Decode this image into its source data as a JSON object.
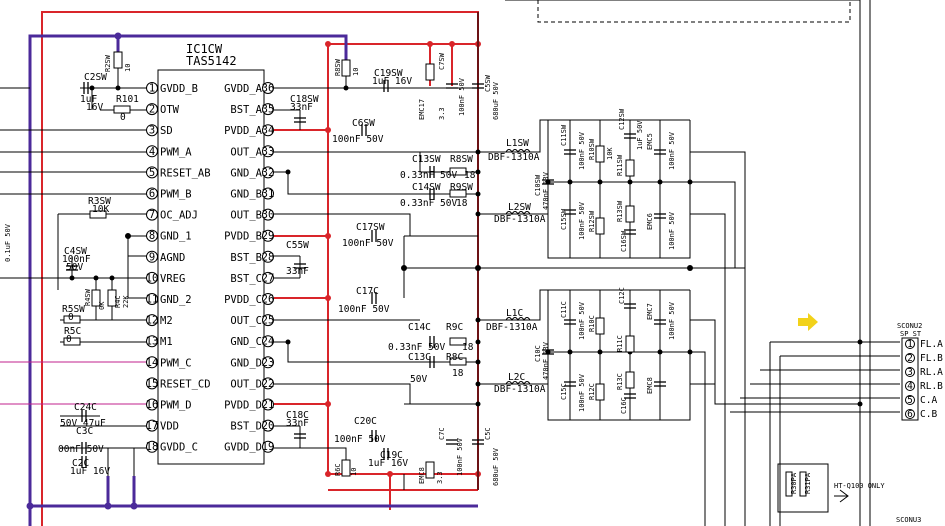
{
  "ic": {
    "name": "IC1CW",
    "part": "TAS5142",
    "left_pins": [
      {
        "num": "1",
        "name": "GVDD_B"
      },
      {
        "num": "2",
        "name": "OTW"
      },
      {
        "num": "3",
        "name": "SD"
      },
      {
        "num": "4",
        "name": "PWM_A"
      },
      {
        "num": "5",
        "name": "RESET_AB"
      },
      {
        "num": "6",
        "name": "PWM_B"
      },
      {
        "num": "7",
        "name": "OC_ADJ"
      },
      {
        "num": "8",
        "name": "GND_1"
      },
      {
        "num": "9",
        "name": "AGND"
      },
      {
        "num": "10",
        "name": "VREG"
      },
      {
        "num": "11",
        "name": "GND_2"
      },
      {
        "num": "12",
        "name": "M2"
      },
      {
        "num": "13",
        "name": "M1"
      },
      {
        "num": "14",
        "name": "PWM_C"
      },
      {
        "num": "15",
        "name": "RESET_CD"
      },
      {
        "num": "16",
        "name": "PWM_D"
      },
      {
        "num": "17",
        "name": "VDD"
      },
      {
        "num": "18",
        "name": "GVDD_C"
      }
    ],
    "right_pins": [
      {
        "num": "36",
        "name": "GVDD_A"
      },
      {
        "num": "35",
        "name": "BST_A"
      },
      {
        "num": "34",
        "name": "PVDD_A"
      },
      {
        "num": "33",
        "name": "OUT_A"
      },
      {
        "num": "32",
        "name": "GND_A"
      },
      {
        "num": "31",
        "name": "GND_B"
      },
      {
        "num": "30",
        "name": "OUT_B"
      },
      {
        "num": "29",
        "name": "PVDD_B"
      },
      {
        "num": "28",
        "name": "BST_B"
      },
      {
        "num": "27",
        "name": "BST_C"
      },
      {
        "num": "26",
        "name": "PVDD_C"
      },
      {
        "num": "25",
        "name": "OUT_C"
      },
      {
        "num": "24",
        "name": "GND_C"
      },
      {
        "num": "23",
        "name": "GND_D"
      },
      {
        "num": "22",
        "name": "OUT_D"
      },
      {
        "num": "21",
        "name": "PVDD_D"
      },
      {
        "num": "20",
        "name": "BST_D"
      },
      {
        "num": "19",
        "name": "GVDD_D"
      }
    ]
  },
  "labels": {
    "c2sw": "C2SW",
    "c2sw_v1": "1uF",
    "c2sw_v2": "16V",
    "r101": "R101",
    "r101_v": "0",
    "r2sw": "R2SW",
    "r2sw_v": "10",
    "r3sw": "R3SW",
    "r3sw_v": "10K",
    "c1sw_side": "0.1uF 50V",
    "c4sw": "C4SW",
    "c4sw_v1": "100nF",
    "c4sw_v2": "50V",
    "r5sw": "R5SW",
    "r5sw_v": "0",
    "r5c": "R5C",
    "r5c_v": "0",
    "r4sw": "R4SW",
    "r4sw_v": "0K",
    "r4c": "R4C",
    "r4c_v": "22K",
    "c24c": "C24C",
    "c24c_v": "50V 47uF",
    "c3c": "C3C",
    "c3c_v": "00nF 50V",
    "c2c": "C2C",
    "c2c_v": "1uF 16V",
    "r8sw": "R8SW",
    "r8sw_v": "10",
    "c19sw": "C19SW",
    "c19sw_v": "1uF 16V",
    "emc17": "EMC17",
    "emc17_v": "3.3",
    "c7sw": "C7SW",
    "c7sw_v": "100nF 50V",
    "c5sw": "C5SW",
    "c5sw_v": "680uF 50V",
    "c18sw": "C18SW",
    "c18sw_v": "33nF",
    "c6sw": "C6SW",
    "c6sw_v": "100nF 50V",
    "l1sw": "L1SW",
    "l1sw_v": "DBF-1310A",
    "c13sw": "C13SW",
    "r8sw2": "R8SW",
    "c13sw_v": "0.33nF 50V",
    "c14sw": "C14SW",
    "r9sw": "R9SW",
    "c14sw_v": "0.33nF 50V",
    "l2sw": "L2SW",
    "l2sw_v": "DBF-1310A",
    "c17sw": "C17SW",
    "c17sw_v": "100nF 50V",
    "c55w": "C55W",
    "c55w_v": "33nF",
    "c17c": "C17C",
    "c17c_v": "100nF 50V",
    "l1c": "L1C",
    "l1c_v": "DBF-1310A",
    "c14c": "C14C",
    "r9c": "R9C",
    "c14c_v": "0.33nF 50V",
    "c13c": "C13C",
    "r8c": "R8C",
    "c13c_v": "50V",
    "l2c": "L2C",
    "l2c_v": "DBF-1310A",
    "c18c": "C18C",
    "c18c_v": "33nF",
    "c20c": "C20C",
    "c20c_v": "100nF 50V",
    "c19c": "C19C",
    "c19c_v": "1uF 16V",
    "r6c": "R6C",
    "r6c_v": "10",
    "emc8": "EMC8",
    "emc8_v": "3.3",
    "c7c": "C7C",
    "c7c_v": "100nF 50V",
    "c5c": "C5C",
    "c5c_v": "680uF 50V",
    "r18": "18",
    "c10sw": "C10SW",
    "c10sw_v": "470nF 63V",
    "c11sw": "C11SW",
    "c11sw_v": "100nF 50V",
    "c12sw": "C12SW",
    "c12sw_v": "1uF 50V",
    "r10sw": "R10SW",
    "r11sw": "R11SW",
    "r12sw": "R12SW",
    "r13sw": "R13SW",
    "c15sw": "C15SW",
    "c16sw": "C16SW",
    "emc_a": "EMC5",
    "emc_b": "EMC6",
    "c10c": "C10C",
    "c10c_v": "470nF 63V",
    "c11c": "C11C",
    "c12c": "C12C",
    "r10c": "R10C",
    "r11c": "R11C",
    "r12c": "R12C",
    "r13c": "R13C",
    "c15c": "C15C",
    "c16c": "C16C",
    "emc_c": "EMC7",
    "emc_d": "EMC8",
    "v_100nf50v": "100nF 50V",
    "v_10k": "10K",
    "connector": "SCONU2",
    "connector_sub": "SP ST",
    "conn_pins": [
      {
        "n": "1",
        "label": "FL.A"
      },
      {
        "n": "2",
        "label": "FL.B"
      },
      {
        "n": "3",
        "label": "RL.A"
      },
      {
        "n": "4",
        "label": "RL.B"
      },
      {
        "n": "5",
        "label": "C.A"
      },
      {
        "n": "6",
        "label": "C.B"
      }
    ],
    "conn_bottom": "SCONU3",
    "ht_note": "HT-Q100 ONLY",
    "ht_r1": "R30PA",
    "ht_r2": "R31PA"
  },
  "colors": {
    "wire": "#000000",
    "red_rail": "#d9252a",
    "blue_rail": "#4b2a9a",
    "magenta": "#c0208c",
    "arrow": "#f2d21a"
  }
}
